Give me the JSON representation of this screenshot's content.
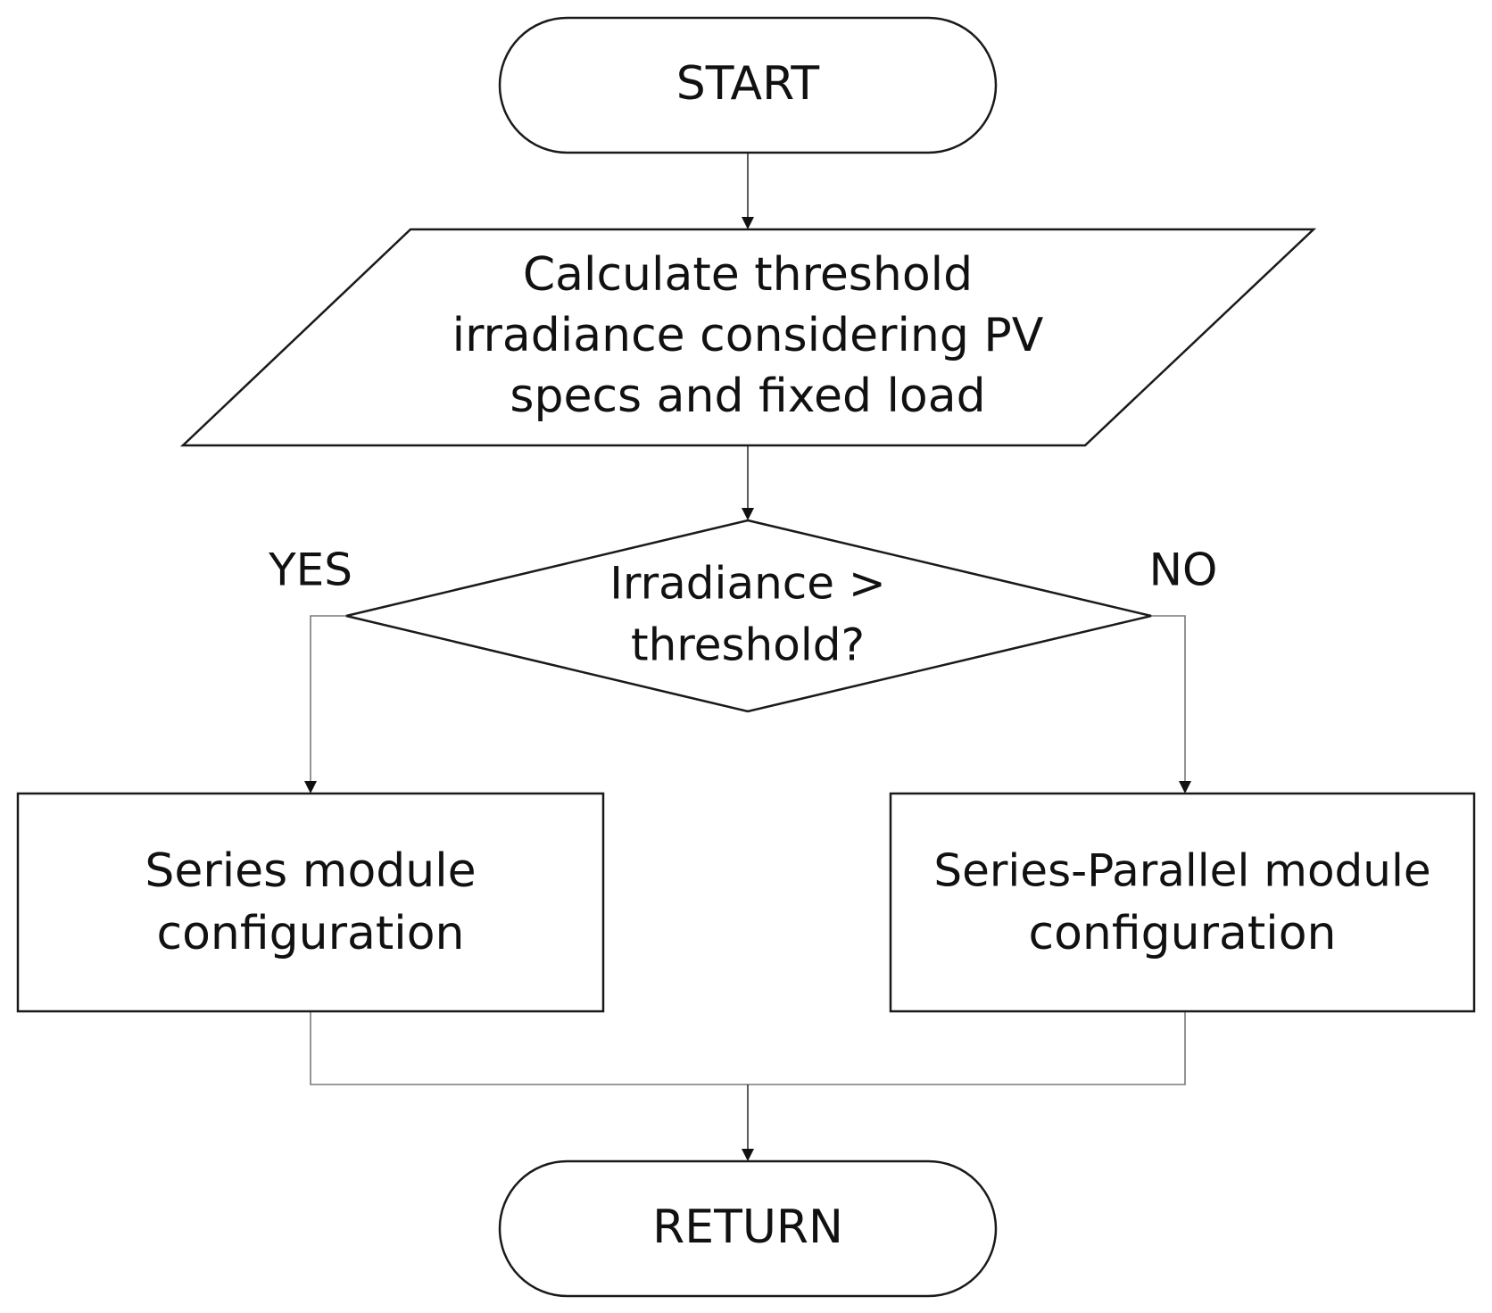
{
  "diagram": {
    "nodes": {
      "start": {
        "label": "START"
      },
      "calculate": {
        "lines": [
          "Calculate threshold",
          "irradiance considering PV",
          "specs and fixed load"
        ]
      },
      "decision": {
        "lines": [
          "Irradiance >",
          "threshold?"
        ]
      },
      "series": {
        "lines": [
          "Series module",
          "configuration"
        ]
      },
      "series_parallel": {
        "lines": [
          "Series-Parallel module",
          "configuration"
        ]
      },
      "return": {
        "label": "RETURN"
      }
    },
    "branches": {
      "yes": "YES",
      "no": "NO"
    }
  }
}
